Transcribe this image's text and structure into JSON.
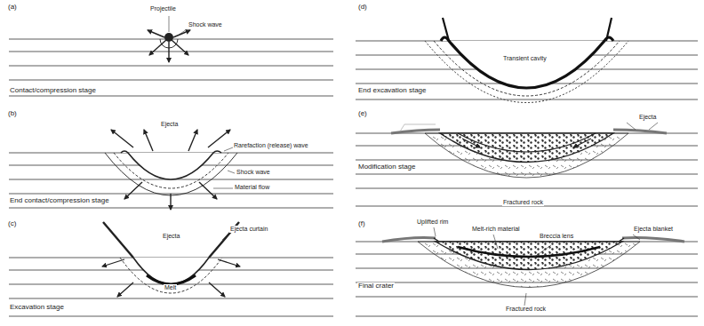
{
  "diagram": {
    "labels": [
      "(a)",
      "Projectile",
      "Shock wave",
      "Contact/compression stage",
      "(b)",
      "Ejecta",
      "Rarefaction (release) wave",
      "Shock wave",
      "Material flow",
      "End contact/compression stage",
      "(c)",
      "Ejecta",
      "Ejecta curtain",
      "Melt",
      "Excavation stage",
      "(d)",
      "Transient cavity",
      "End excavation stage",
      "(e)",
      "Ejecta",
      "Modification stage",
      "Fractured rock",
      "(f)",
      "Uplifted rim",
      "Melt-rich material",
      "Breccia lens",
      "Ejecta blanket",
      "Fractured rock",
      "Final crater"
    ]
  }
}
